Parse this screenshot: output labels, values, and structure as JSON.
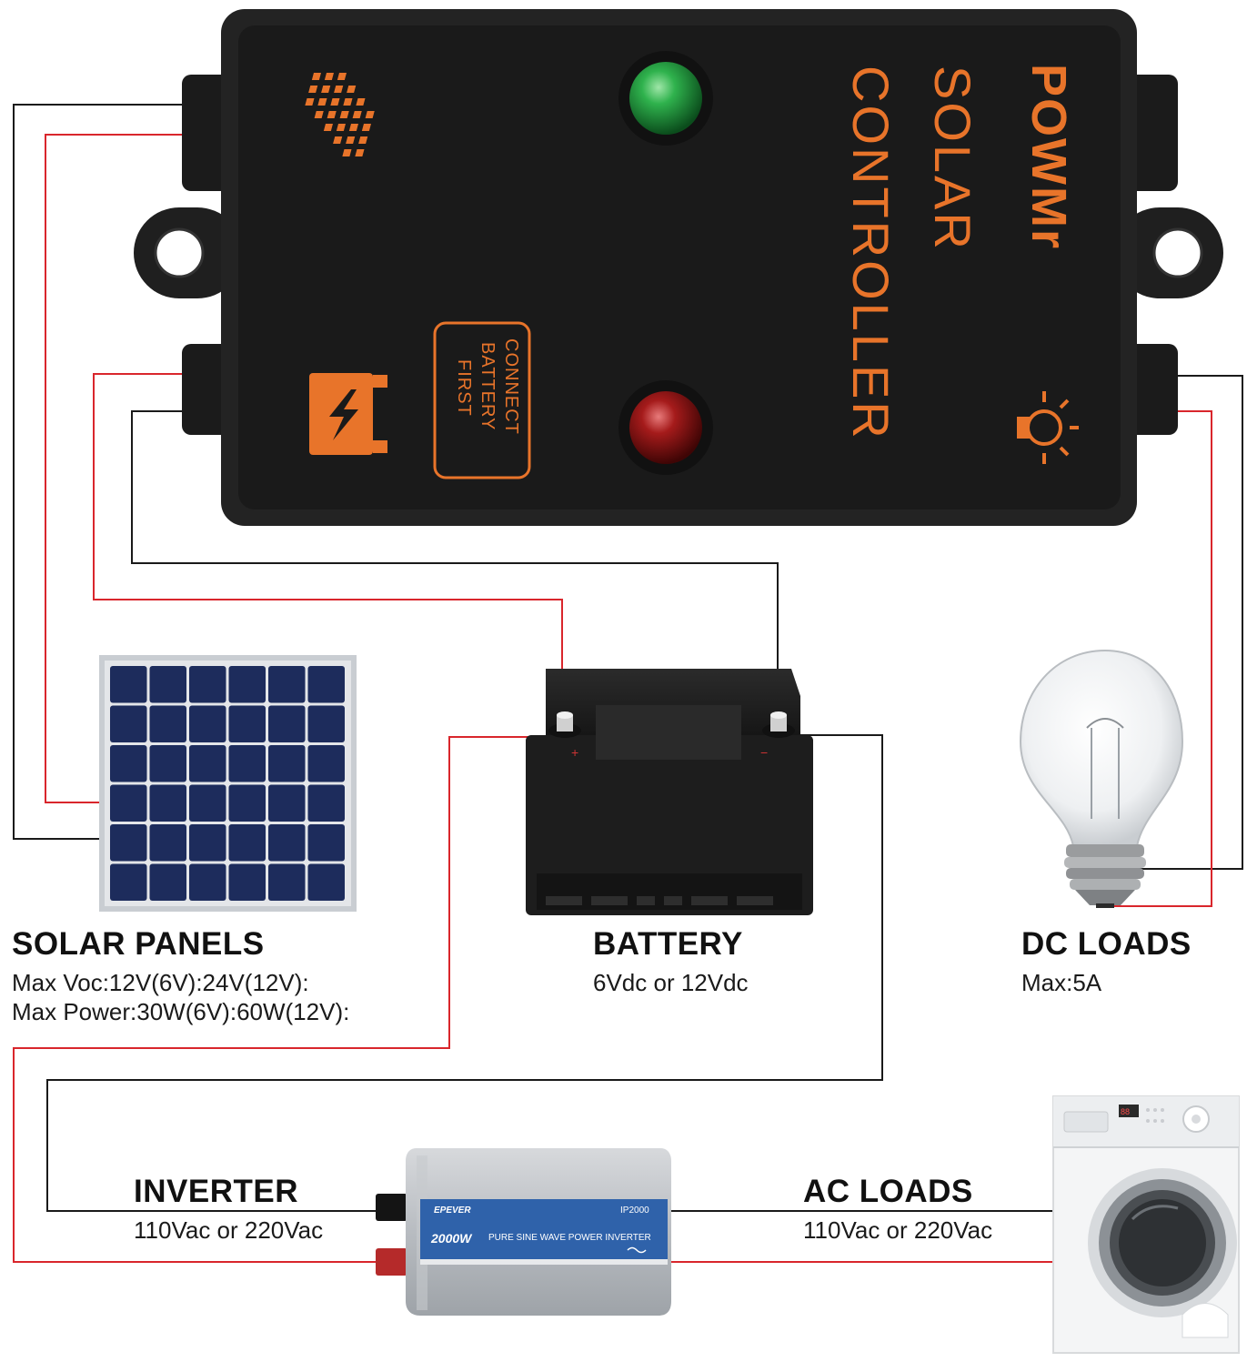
{
  "controller": {
    "brand": "POWMr",
    "title_line1": "SOLAR",
    "title_line2": "CONTROLLER",
    "warning_line1": "CONNECT",
    "warning_line2": "BATTERY",
    "warning_line3": "FIRST"
  },
  "components": {
    "solar": {
      "heading": "SOLAR PANELS",
      "spec1": "Max Voc:12V(6V):24V(12V):",
      "spec2": "Max Power:30W(6V):60W(12V):"
    },
    "battery": {
      "heading": "BATTERY",
      "spec1": "6Vdc or 12Vdc"
    },
    "dc_loads": {
      "heading": "DC LOADS",
      "spec1": "Max:5A"
    },
    "inverter": {
      "heading": "INVERTER",
      "spec1": "110Vac or 220Vac"
    },
    "ac_loads": {
      "heading": "AC LOADS",
      "spec1": "110Vac or 220Vac"
    }
  },
  "inverter_label": {
    "brand": "EPEVER",
    "model": "IP2000",
    "power": "2000W",
    "description": "PURE SINE WAVE POWER INVERTER"
  },
  "colors": {
    "positive_wire": "#d9262c",
    "negative_wire": "#1a1a1a",
    "accent_orange": "#e8742a",
    "controller_body": "#1e1e1e",
    "led_green": "#1f9a3a",
    "led_red": "#9c1414",
    "panel_cell": "#1d2c5c"
  }
}
